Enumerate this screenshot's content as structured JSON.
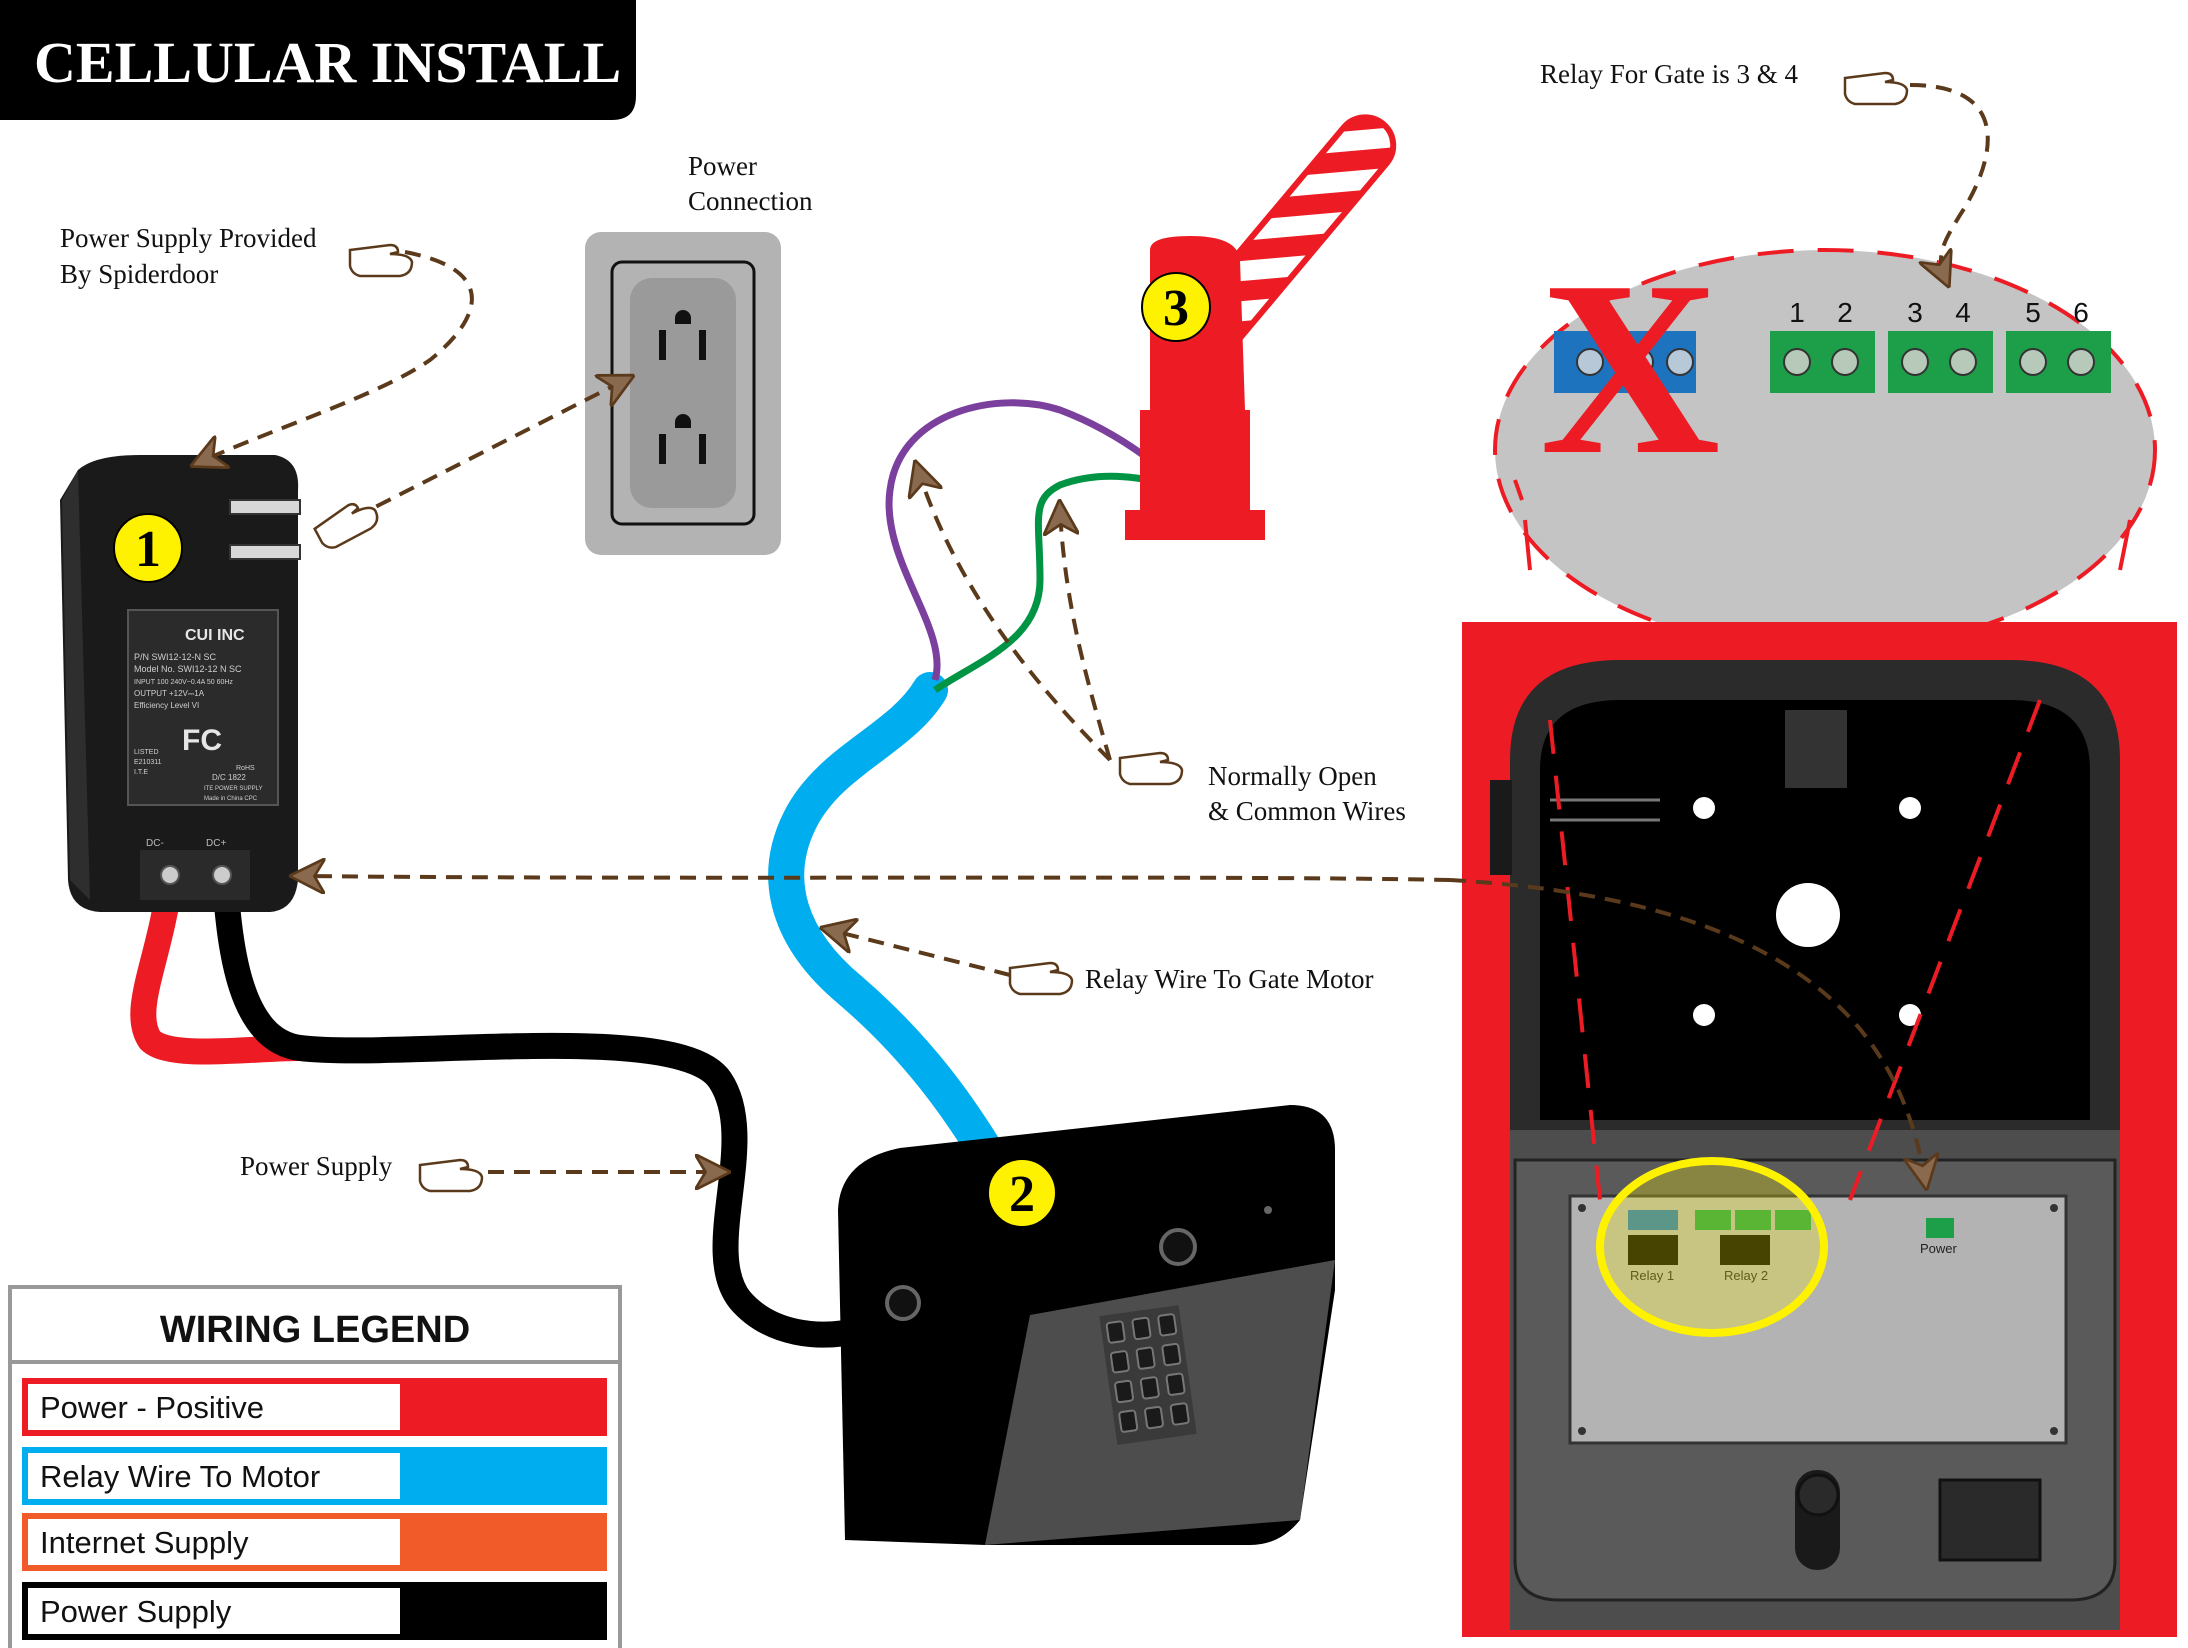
{
  "title": "CELLULAR INSTALL",
  "labels": {
    "power_supply_provided_line1": "Power Supply Provided",
    "power_supply_provided_line2": "By Spiderdoor",
    "power_connection_line1": "Power",
    "power_connection_line2": "Connection",
    "relay_for_gate": "Relay For Gate is 3 & 4",
    "normally_open_line1": "Normally Open",
    "normally_open_line2": "& Common Wires",
    "relay_wire_to_gate_motor": "Relay Wire To Gate Motor",
    "power_supply": "Power Supply"
  },
  "markers": [
    "1",
    "2",
    "3"
  ],
  "adapter": {
    "brand": "CUI INC",
    "pn": "P/N SWI12-12-N SC",
    "model": "Model No. SWI12-12 N SC",
    "input": "INPUT 100 240V~0.4A 50 60Hz",
    "output": "OUTPUT +12V⎓1A",
    "efficiency": "Efficiency Level VI",
    "listed": "LISTED",
    "e_number": "E210311",
    "ite": "I.T.E",
    "dc": "D/C 1822",
    "ite_power": "ITE POWER SUPPLY",
    "made_in": "Made in China CPC",
    "rohs": "RoHS",
    "fc": "FC",
    "dc_left": "DC-",
    "dc_right": "DC+"
  },
  "terminals": {
    "pair1": [
      "1",
      "2"
    ],
    "pair2": [
      "3",
      "4"
    ],
    "pair3": [
      "5",
      "6"
    ],
    "x_mark": "X"
  },
  "board": {
    "relay1": "Relay 1",
    "relay2": "Relay 2",
    "power": "Power"
  },
  "legend": {
    "title": "WIRING LEGEND",
    "items": [
      {
        "label": "Power - Positive",
        "color": "#ed1c24"
      },
      {
        "label": "Relay Wire To Motor",
        "color": "#00aeef"
      },
      {
        "label": "Internet Supply",
        "color": "#f15a29"
      },
      {
        "label": "Power Supply",
        "color": "#000000"
      }
    ]
  },
  "colors": {
    "wire_positive": "#ed1c24",
    "wire_relay": "#00aeef",
    "wire_power": "#000000",
    "wire_purple": "#7b3f9e",
    "wire_green": "#009444",
    "terminal_green": "#1d9e48",
    "terminal_blue": "#1e73be",
    "enclosure_red": "#ed1c24",
    "arrow_brown": "#5b3a1c",
    "marker_yellow": "#fff200"
  }
}
